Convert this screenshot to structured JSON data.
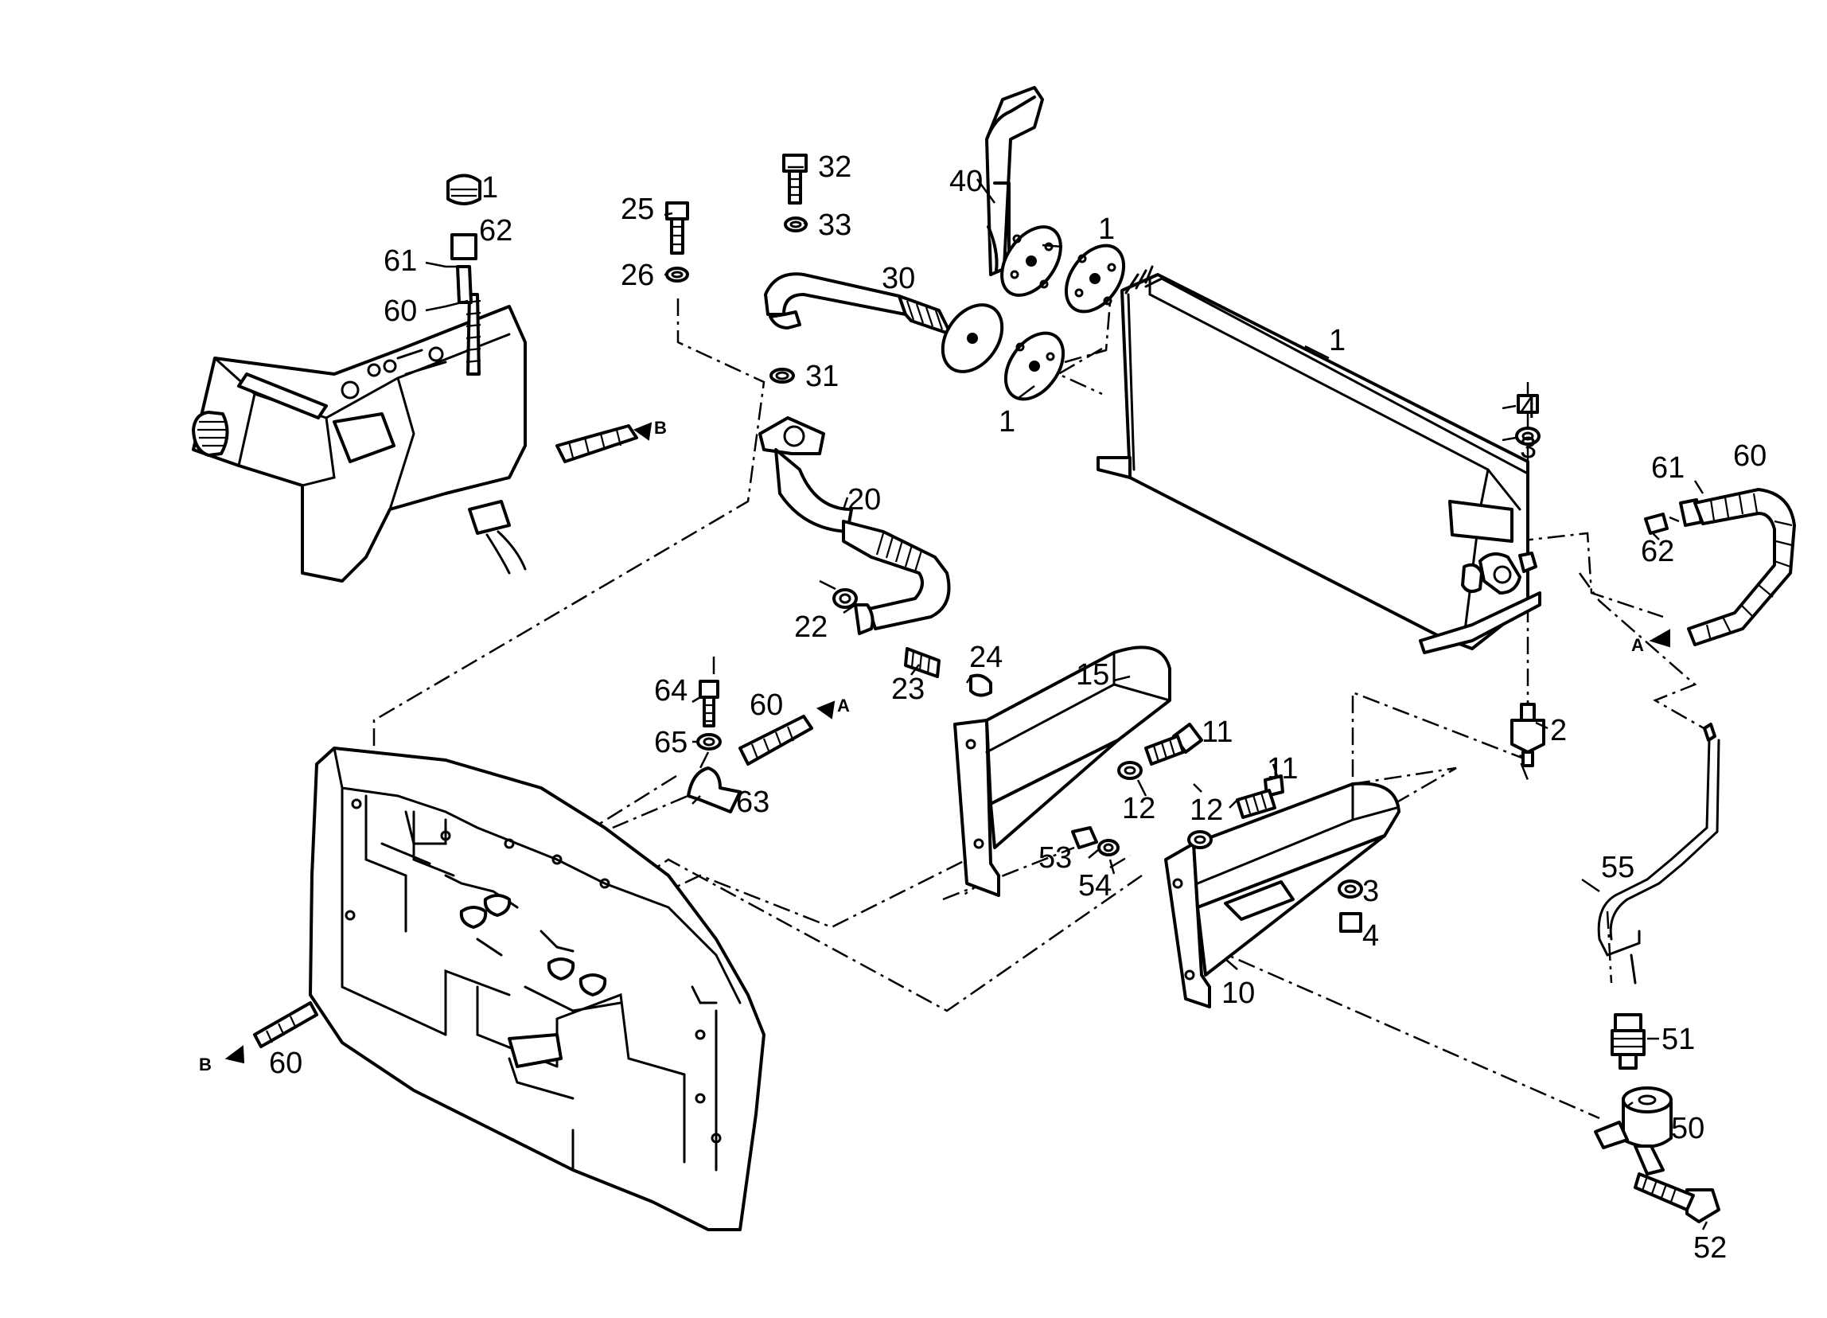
{
  "labels": {
    "tank_cap": "1",
    "tank_insert": "62",
    "tank_pipe_end": "61",
    "tank_hose": "60",
    "bolt_25": "25",
    "washer_26": "26",
    "bolt_32": "32",
    "washer_33": "33",
    "pipe_30": "30",
    "gasket_31": "31",
    "pipe_20": "20",
    "gasket_22": "22",
    "stud_23": "23",
    "nut_24": "24",
    "exhaust_40": "40",
    "flange_upper_1": "1",
    "flange_lower_1": "1",
    "heater_body_1": "1",
    "nut_4_top": "4",
    "washer_3_top": "3",
    "mount_2": "2",
    "hose_end_61": "61",
    "hose_60_right": "60",
    "insert_62_right": "62",
    "bracket_15": "15",
    "bolt_11_upper": "11",
    "washer_12_upper": "12",
    "bolt_11_lower": "11",
    "washer_12_lower": "12",
    "nut_53": "53",
    "washer_54": "54",
    "bracket_10": "10",
    "washer_3_bottom": "3",
    "nut_4_bottom": "4",
    "bolt_64": "64",
    "washer_65": "65",
    "hose_60_mid": "60",
    "clamp_63": "63",
    "hose_60_left": "60",
    "cable_55": "55",
    "connector_51": "51",
    "solenoid_50": "50",
    "bolt_52": "52"
  },
  "arrows": {
    "a_mid": "A",
    "a_right": "A",
    "b_tank": "B",
    "b_left": "B"
  }
}
